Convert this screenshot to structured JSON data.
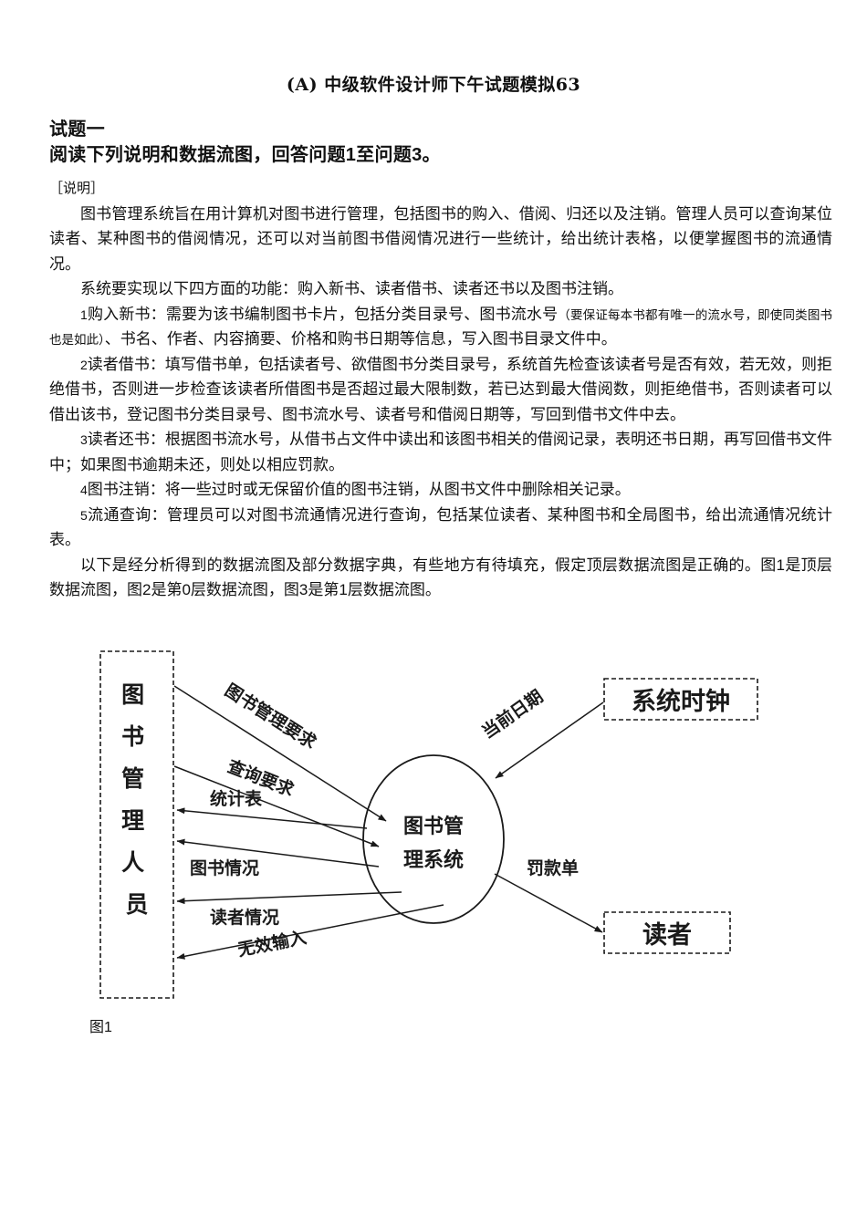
{
  "document": {
    "title": "(A) 中级软件设计师下午试题模拟63"
  },
  "headings": {
    "question_label": "试题一",
    "instruction": "阅读下列说明和数据流图，回答问题1至问题3。",
    "section_tag": "［说明］"
  },
  "paragraphs": {
    "p1": "图书管理系统旨在用计算机对图书进行管理，包括图书的购入、借阅、归还以及注销。管理人员可以查询某位读者、某种图书的借阅情况，还可以对当前图书借阅情况进行一些统计，给出统计表格，以便掌握图书的流通情况。",
    "p2": "系统要实现以下四方面的功能：购入新书、读者借书、读者还书以及图书注销。",
    "p3_num": "1",
    "p3_a": "购入新书：需要为该书编制图书卡片，包括分类目录号、图书流水号",
    "p3_paren": "（要保证每本书都有唯一的流水号，即使同类图书也是如此）",
    "p3_b": "、书名、作者、内容摘要、价格和购书日期等信息，写入图书目录文件中。",
    "p4_num": "2",
    "p4": "读者借书：填写借书单，包括读者号、欲借图书分类目录号，系统首先检查该读者号是否有效，若无效，则拒绝借书，否则进一步检查该读者所借图书是否超过最大限制数，若已达到最大借阅数，则拒绝借书，否则读者可以借出该书，登记图书分类目录号、图书流水号、读者号和借阅日期等，写回到借书文件中去。",
    "p5_num": "3",
    "p5": "读者还书：根据图书流水号，从借书占文件中读出和该图书相关的借阅记录，表明还书日期，再写回借书文件中；如果图书逾期未还，则处以相应罚款。",
    "p6_num": "4",
    "p6": "图书注销：将一些过时或无保留价值的图书注销，从图书文件中删除相关记录。",
    "p7_num": "5",
    "p7": "流通查询：管理员可以对图书流通情况进行查询，包括某位读者、某种图书和全局图书，给出流通情况统计表。",
    "p8": "以下是经分析得到的数据流图及部分数据字典，有些地方有待填充，假定顶层数据流图是正确的。图1是顶层数据流图，图2是第0层数据流图，图3是第1层数据流图。"
  },
  "diagram": {
    "caption": "图1",
    "process": {
      "line1": "图书管",
      "line2": "理系统"
    },
    "externals": {
      "librarian": "图书管理人员",
      "clock": "系统时钟",
      "reader": "读者"
    },
    "flows": {
      "f1": "图书管理要求",
      "f2": "查询要求",
      "f3": "统计表",
      "f4": "图书情况",
      "f5": "读者情况",
      "f6": "无效输入",
      "f7": "当前日期",
      "f8": "罚款单"
    }
  }
}
